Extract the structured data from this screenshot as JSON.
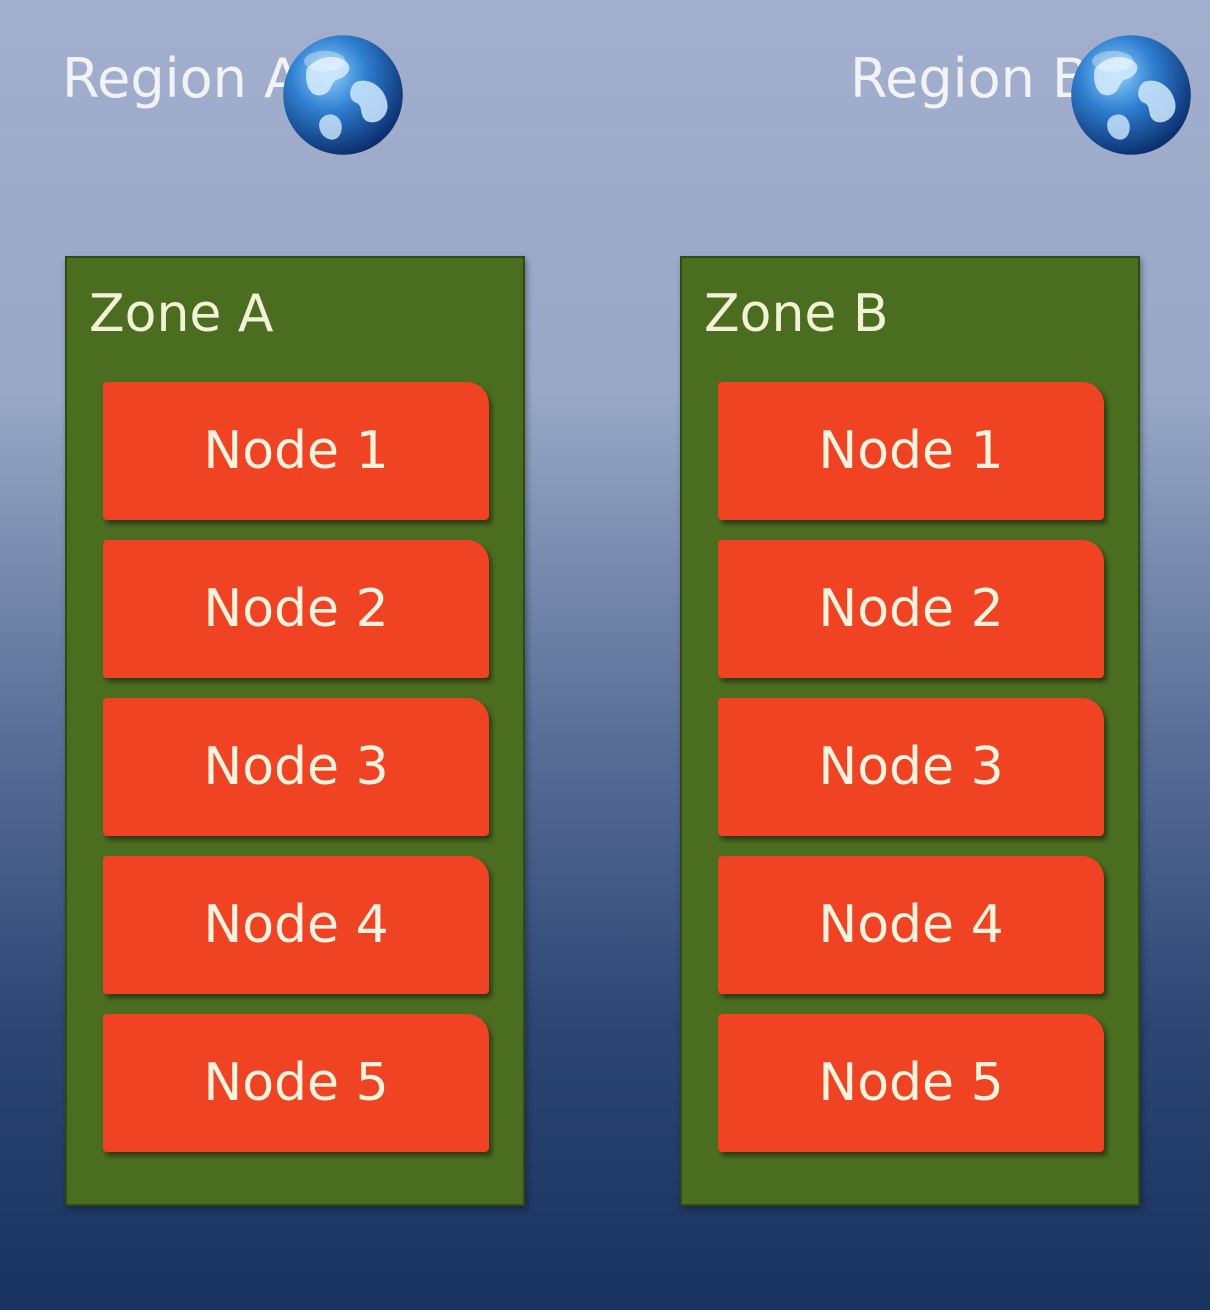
{
  "regions": [
    {
      "label": "Region A",
      "zone": {
        "title": "Zone A",
        "nodes": [
          "Node 1",
          "Node 2",
          "Node 3",
          "Node 4",
          "Node 5"
        ]
      }
    },
    {
      "label": "Region B",
      "zone": {
        "title": "Zone B",
        "nodes": [
          "Node 1",
          "Node 2",
          "Node 3",
          "Node 4",
          "Node 5"
        ]
      }
    }
  ],
  "colors": {
    "zone_fill": "#4b6d20",
    "node_fill": "#ef4323",
    "background_top": "#a2aecd",
    "background_bottom": "#18335f"
  },
  "icons": {
    "region_icon": "globe-icon"
  }
}
